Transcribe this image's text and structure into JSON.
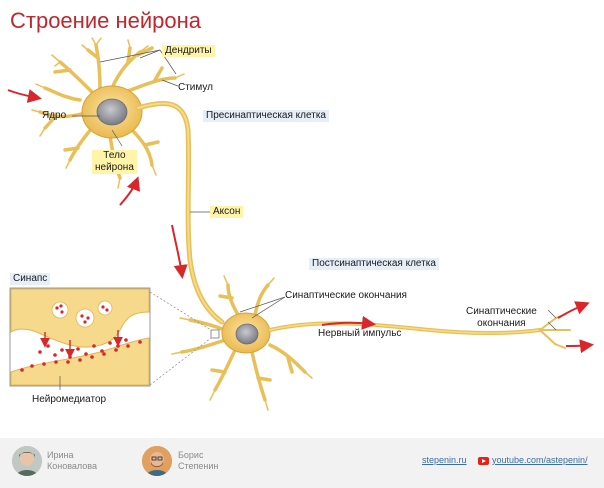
{
  "title": "Строение нейрона",
  "labels": {
    "dendrites": "Дендриты",
    "stimulus": "Стимул",
    "nucleus": "Ядро",
    "presynaptic_cell": "Пресинаптическая клетка",
    "body_line1": "Тело",
    "body_line2": "нейрона",
    "axon": "Аксон",
    "postsynaptic_cell": "Постсинаптическая клетка",
    "synaptic_endings": "Синаптические окончания",
    "nerve_impulse": "Нервный импульс",
    "synaptic_endings2_line1": "Синаптические",
    "synaptic_endings2_line2": "окончания",
    "synapse": "Синапс",
    "neurotransmitter": "Нейромедиатор"
  },
  "authors": [
    {
      "first": "Ирина",
      "last": "Коновалова"
    },
    {
      "first": "Борис",
      "last": "Степенин"
    }
  ],
  "links": {
    "site": "stepenin.ru",
    "youtube": "youtube.com/astepenin/"
  },
  "colors": {
    "title": "#c0272d",
    "neuron_fill": "#f4d27a",
    "neuron_stroke": "#c99a2e",
    "arrow": "#d9262b",
    "label_highlight": "#fff4a8",
    "cell_label_bg": "#e6eef8"
  }
}
